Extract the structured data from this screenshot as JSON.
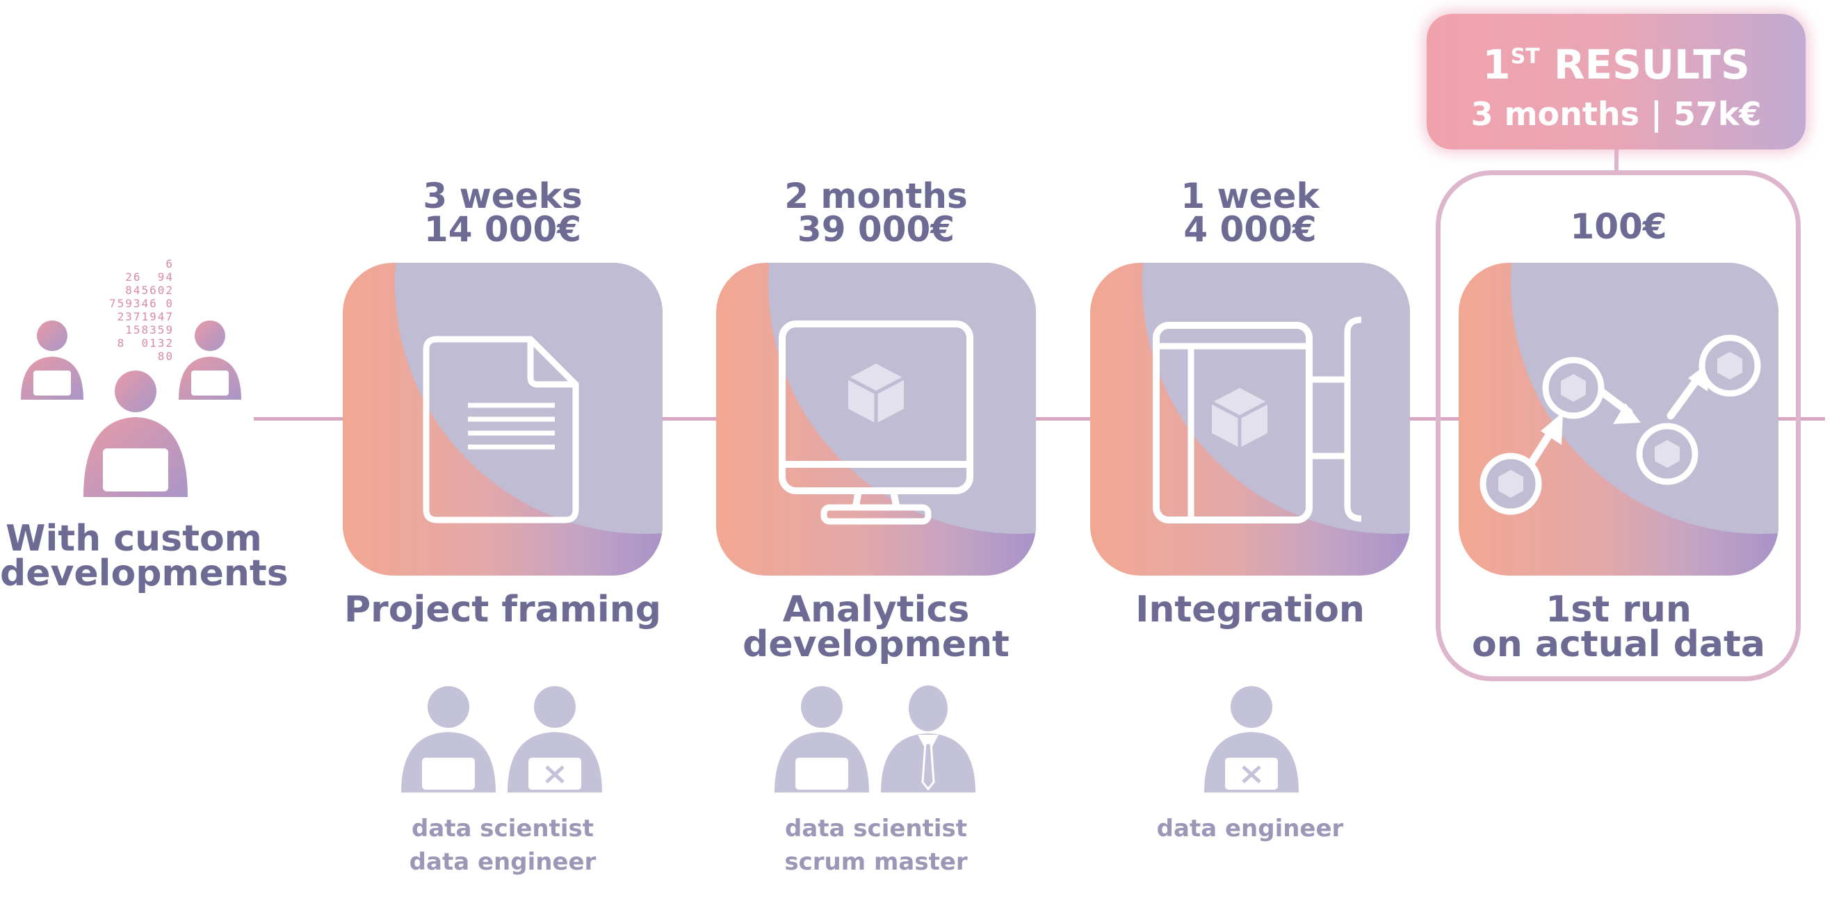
{
  "intro": {
    "label_lines": [
      "With custom",
      "developments"
    ],
    "digit_rows": [
      "6",
      "26  94",
      "845602",
      "759346 0",
      "2371947",
      "158359",
      "8  0132",
      "80"
    ]
  },
  "stages": [
    {
      "metric_lines": [
        "3 weeks",
        "14 000€"
      ],
      "title_lines": [
        "Project framing"
      ],
      "icon": "document-icon",
      "roles": [
        "data scientist",
        "data engineer"
      ]
    },
    {
      "metric_lines": [
        "2 months",
        "39 000€"
      ],
      "title_lines": [
        "Analytics",
        "development"
      ],
      "icon": "monitor-icon",
      "roles": [
        "data scientist",
        "scrum master"
      ]
    },
    {
      "metric_lines": [
        "1 week",
        "4 000€"
      ],
      "title_lines": [
        "Integration"
      ],
      "icon": "book-icon",
      "roles": [
        "data engineer"
      ]
    },
    {
      "metric_lines": [
        "100€"
      ],
      "title_lines": [
        "1st run",
        "on actual data"
      ],
      "icon": "growth-chart-icon",
      "roles": []
    }
  ],
  "results": {
    "heading_prefix": "1",
    "heading_sup": "ST",
    "heading_rest": " RESULTS",
    "subheading": "3 months | 57k€"
  },
  "colors": {
    "text": "#6d6a94",
    "role_text": "#9a98b6",
    "timeline": "#d9a6c4",
    "card_overlay": "#bfbcd3",
    "gradient_start": "#f2a792",
    "gradient_end": "#a893c8"
  }
}
